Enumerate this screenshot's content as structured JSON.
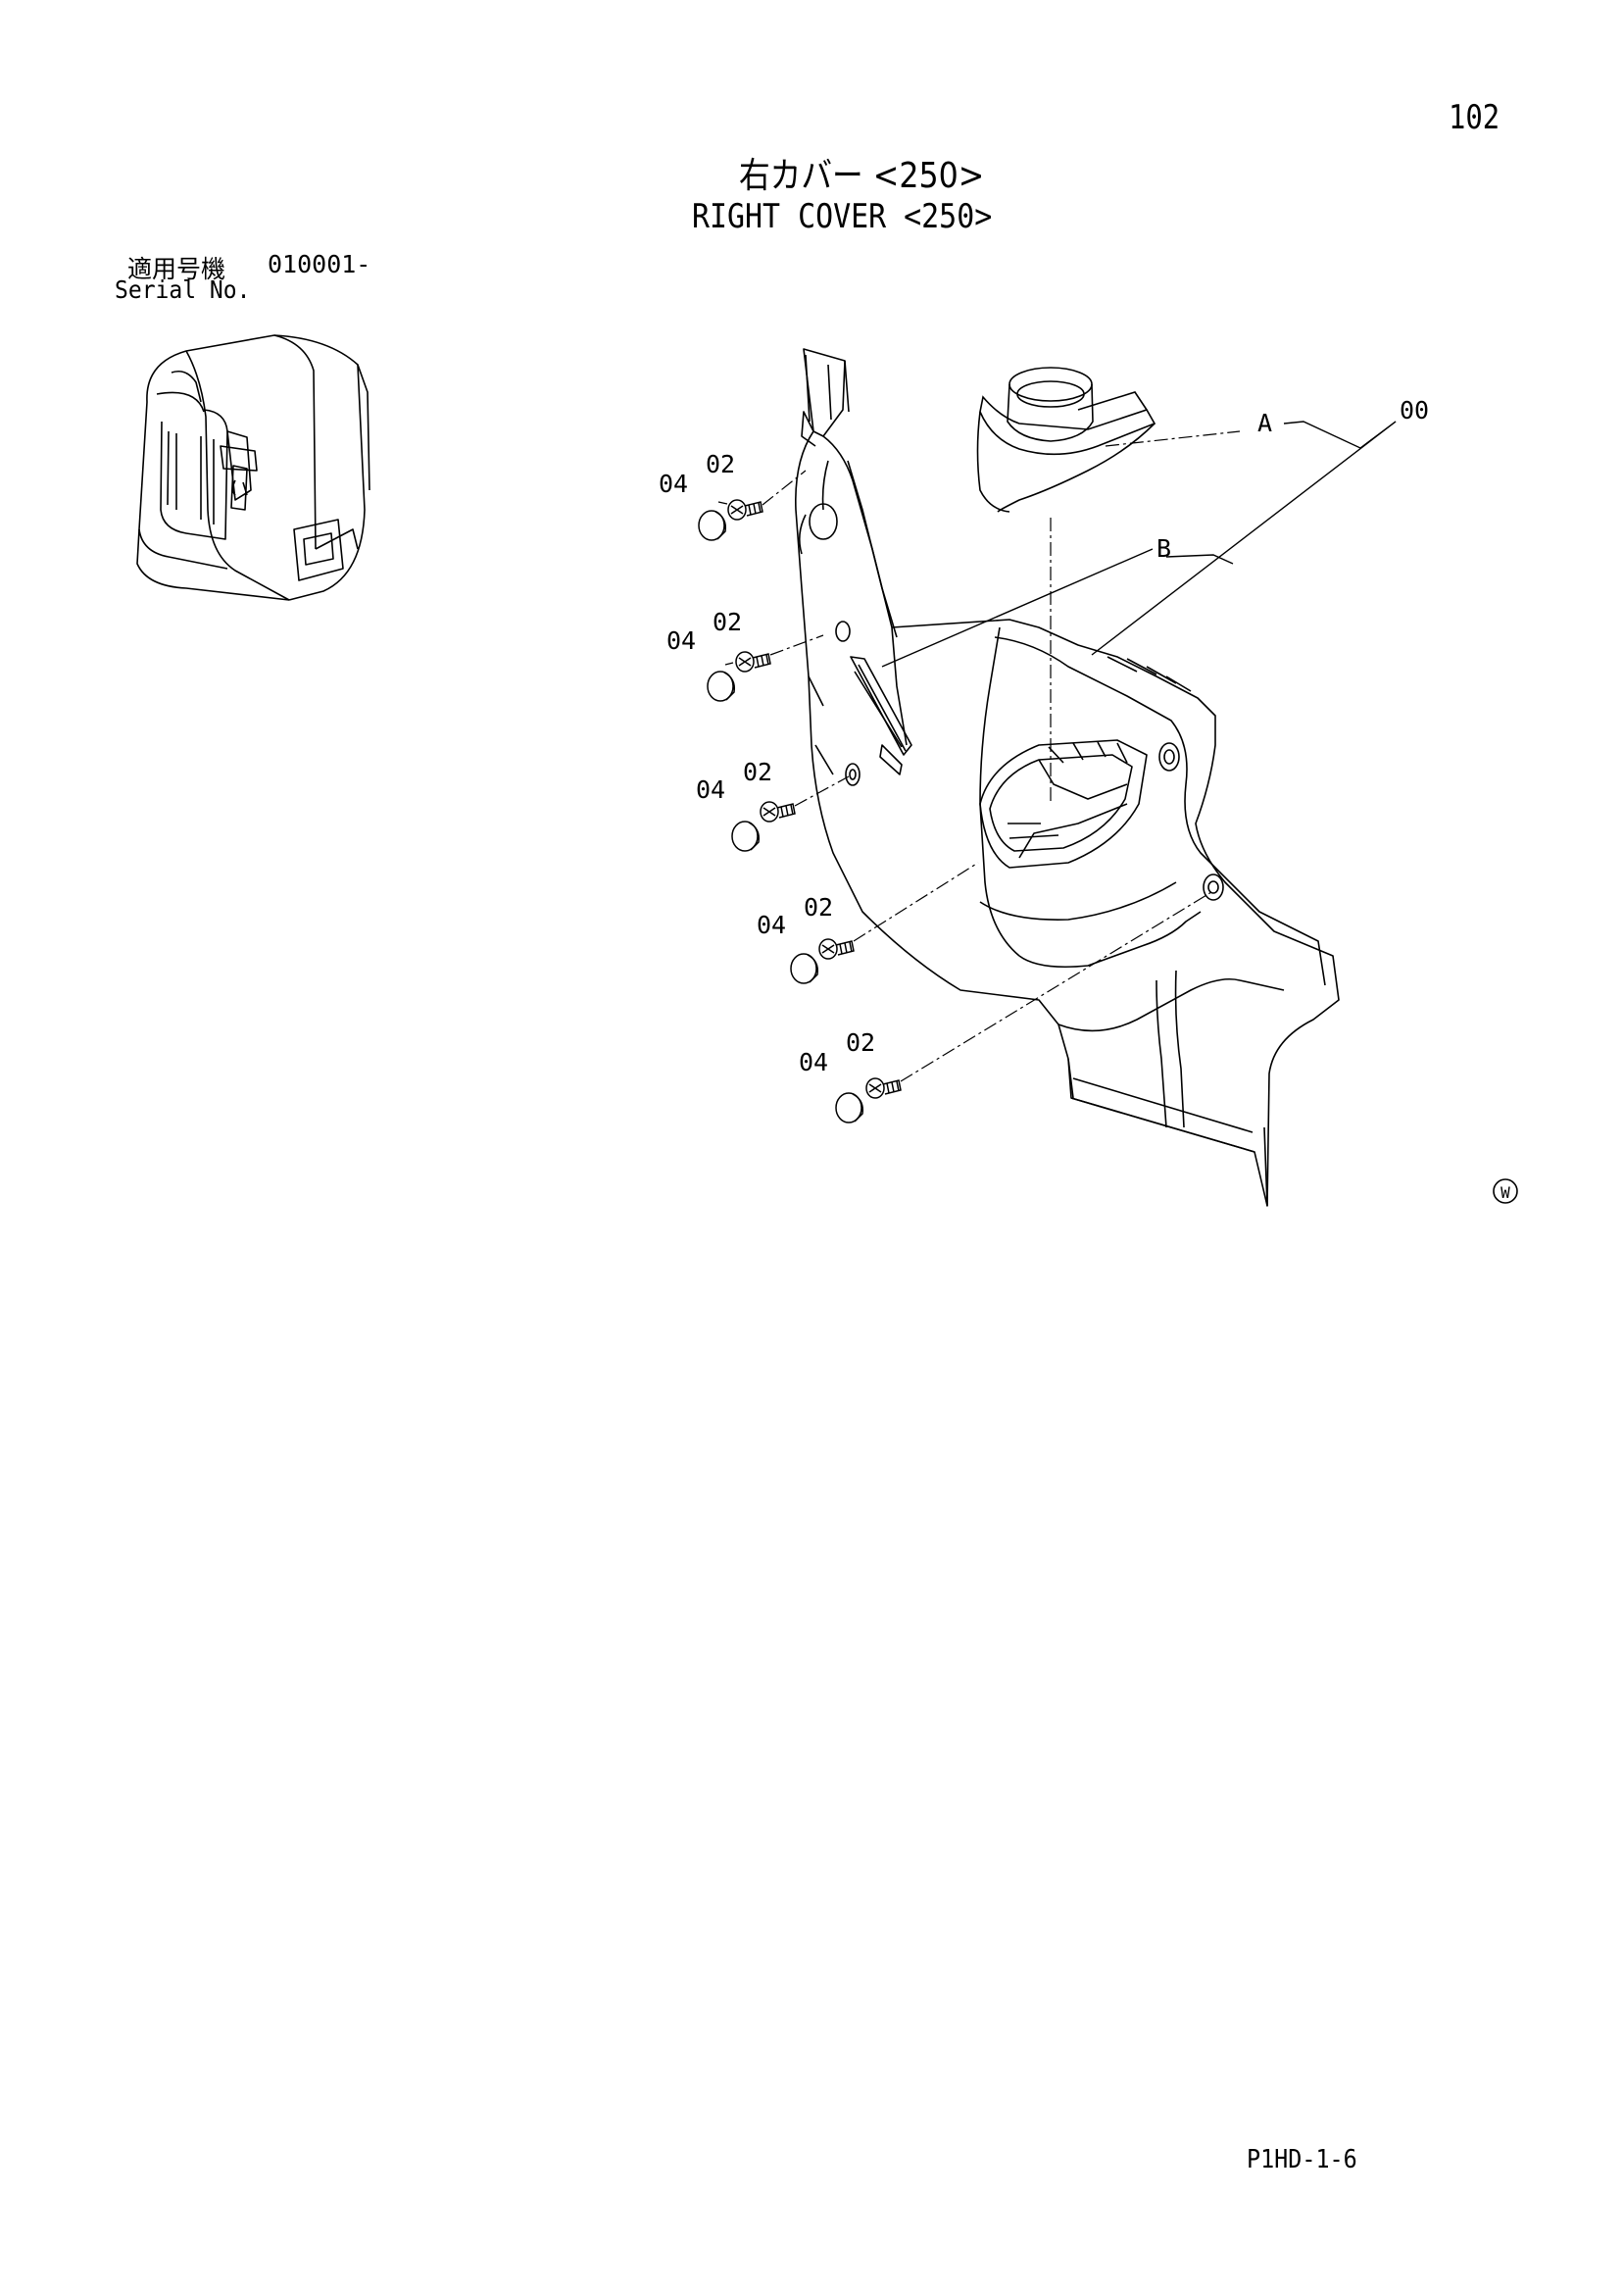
{
  "page_number": "102",
  "title_jp": "右カバー <250>",
  "title_en": "RIGHT COVER <250>",
  "serial_label_jp": "適用号機",
  "serial_range": "010001-",
  "serial_label_en": "Serial No.",
  "document_code": "P1HD-1-6",
  "callouts": {
    "assembly": "00",
    "screw": "02",
    "cap": "04",
    "ref_a": "A",
    "ref_b": "B"
  },
  "corner_symbol": "W"
}
